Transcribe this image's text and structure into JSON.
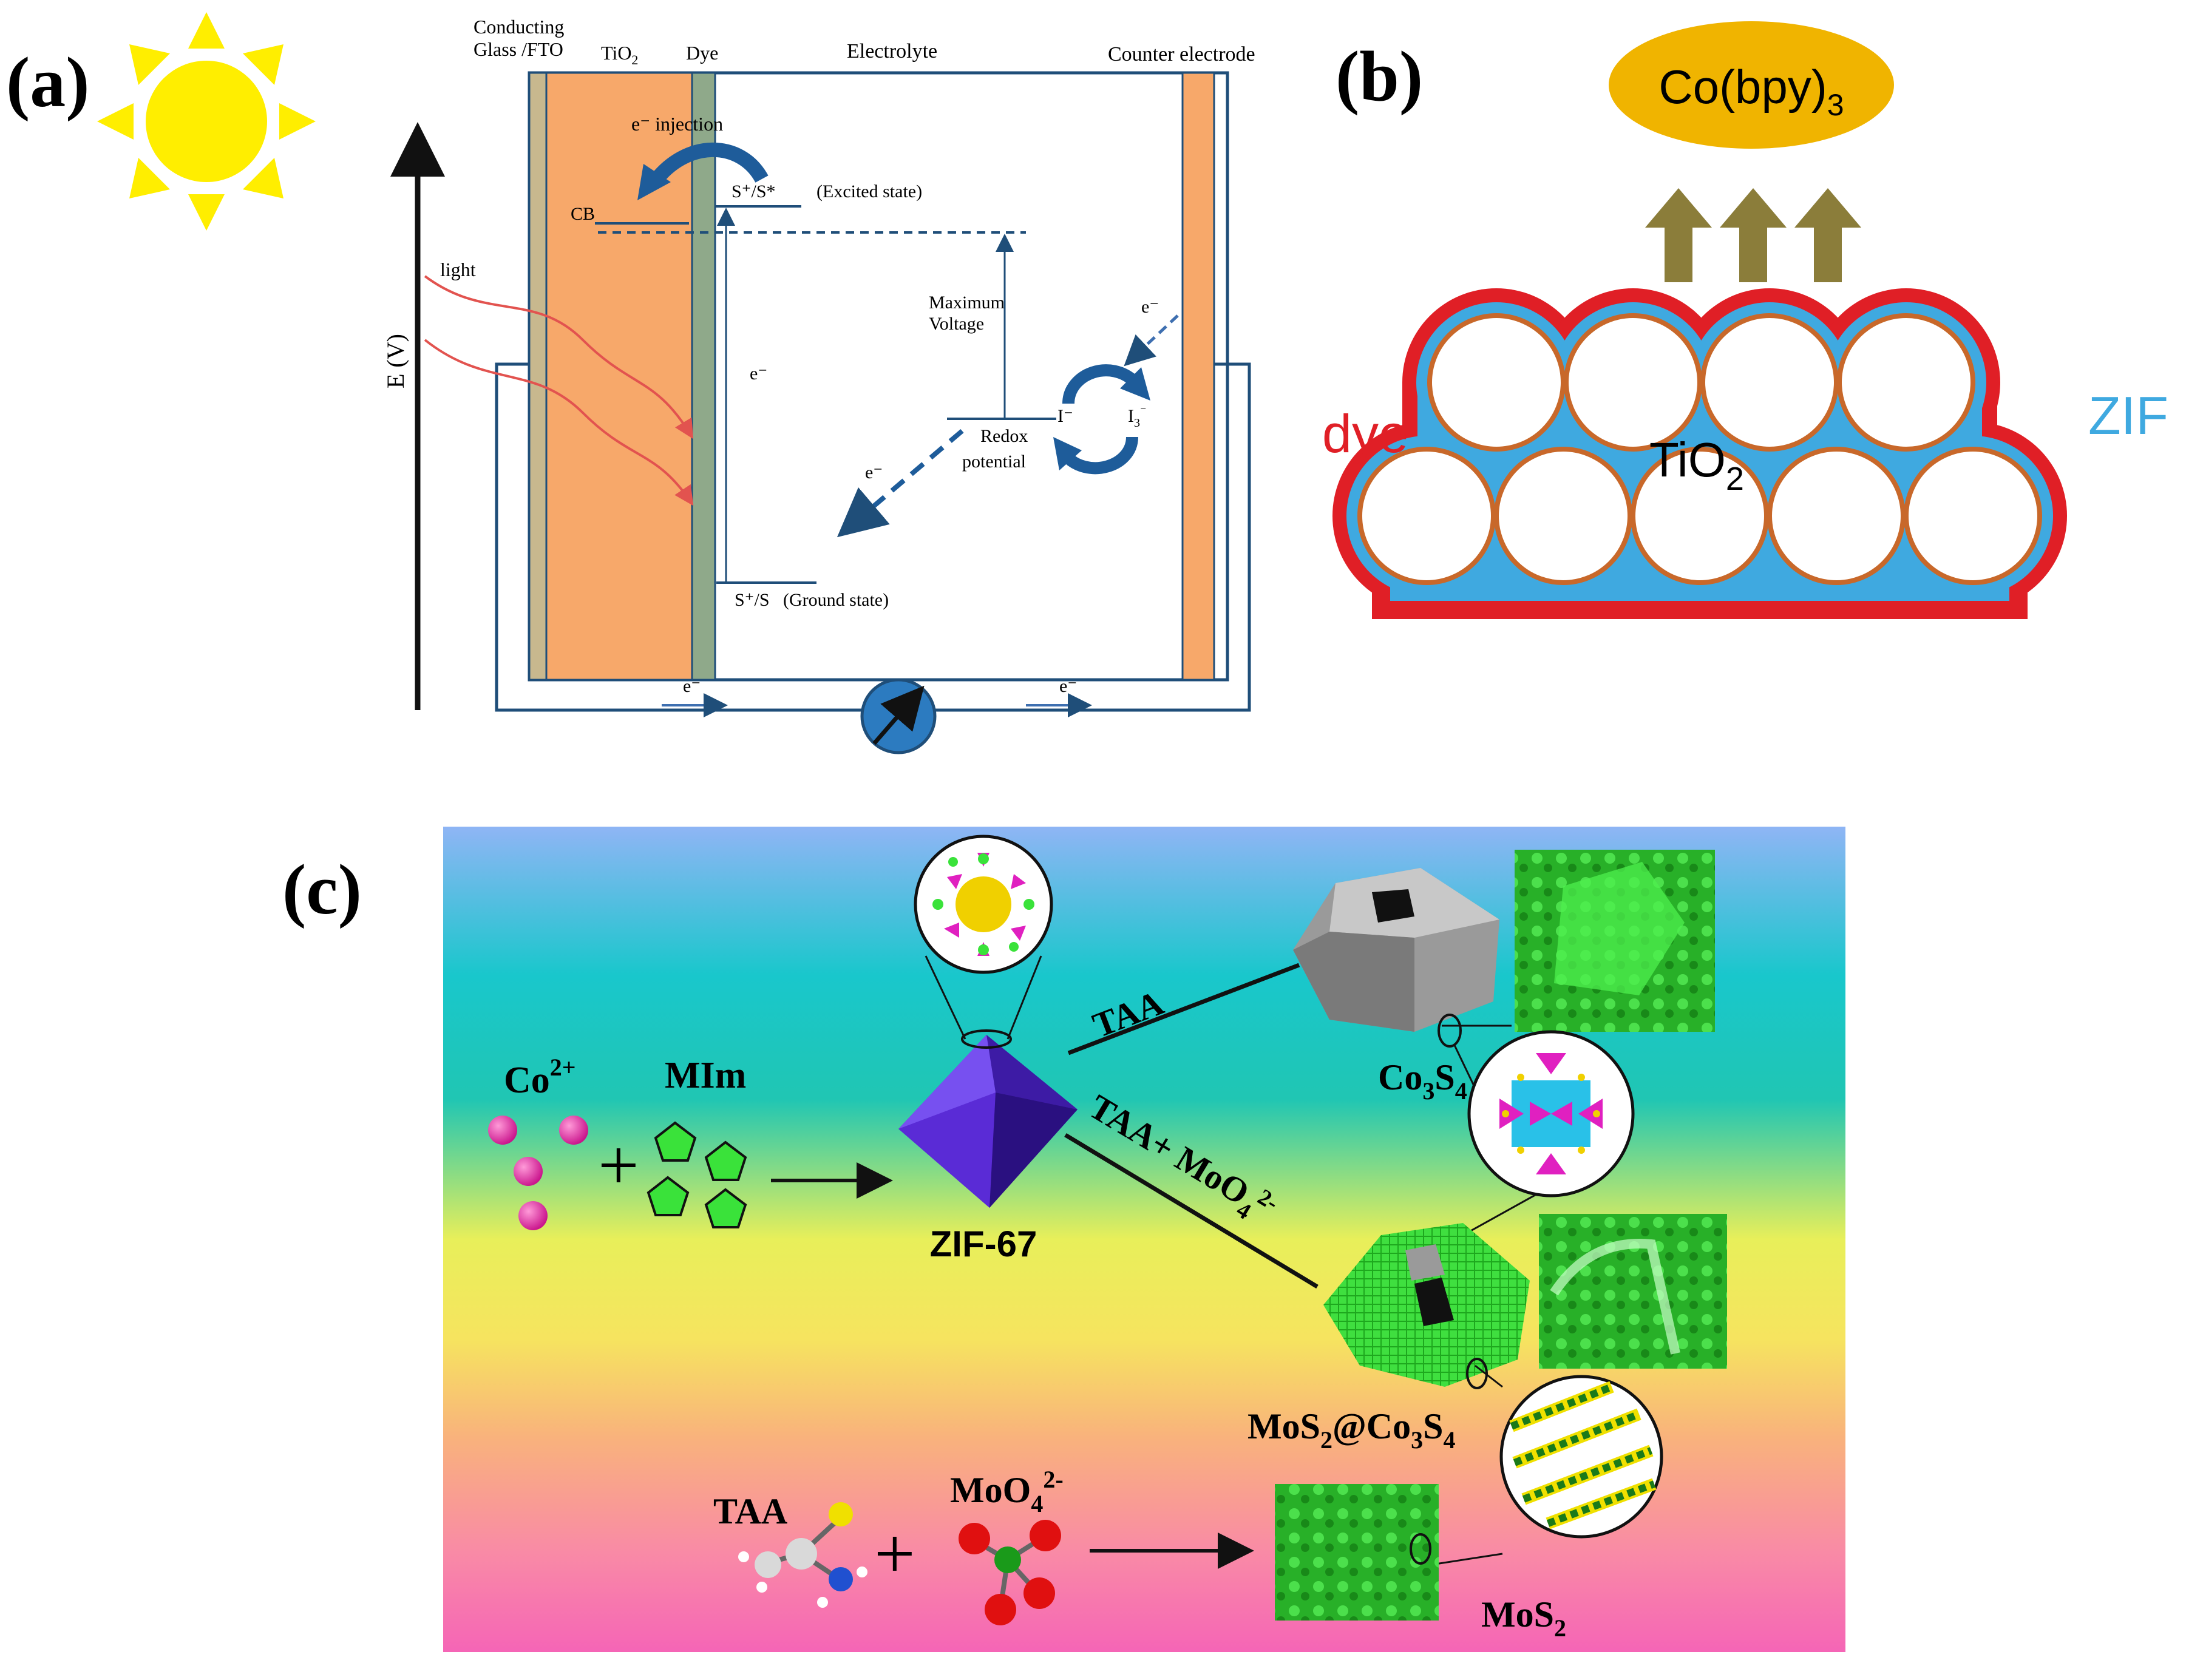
{
  "panel_a": {
    "label": "(a)",
    "layer_fto": "Conducting",
    "layer_fto2": "Glass /FTO",
    "layer_tio2": "TiO",
    "layer_tio2_sub": "2",
    "layer_dye": "Dye",
    "layer_electrolyte": "Electrolyte",
    "layer_counter": "Counter electrode",
    "injection": "e⁻ injection",
    "excited": "S⁺/S*",
    "excited_label": "(Excited state)",
    "cb": "CB",
    "light": "light",
    "axis": "E (V)",
    "max_voltage_1": "Maximum",
    "max_voltage_2": "Voltage",
    "e_mid": "e⁻",
    "e_right": "e⁻",
    "e_lower": "e⁻",
    "redox_1": "Redox",
    "redox_2": "potential",
    "iodide": "I⁻",
    "triiodide": "I",
    "triiodide_sub": "3",
    "triiodide_sup": "⁻",
    "ground": "S⁺/S",
    "ground_label": "(Ground state)",
    "e_bottom_left": "e⁻",
    "e_bottom_right": "e⁻"
  },
  "panel_b": {
    "label": "(b)",
    "electrolyte": "Co(bpy)",
    "electrolyte_sub": "3",
    "dye": "dye",
    "zif": "ZIF",
    "tio2": "TiO",
    "tio2_sub": "2"
  },
  "panel_c": {
    "label": "(c)",
    "co": "Co",
    "co_sup": "2+",
    "mim": "MIm",
    "plus": "+",
    "zif67": "ZIF-67",
    "taa_route": "TAA",
    "taa_mo_route": "TAA+ MoO",
    "taa_mo_sub": "4",
    "taa_mo_sup": "2-",
    "co3s4_a": "Co",
    "co3s4_b": "3",
    "co3s4_c": "S",
    "co3s4_d": "4",
    "hybrid_a": "MoS",
    "hybrid_b": "2",
    "hybrid_c": "@Co",
    "hybrid_d": "3",
    "hybrid_e": "S",
    "hybrid_f": "4",
    "taa": "TAA",
    "moo4": "MoO",
    "moo4_sub": "4",
    "moo4_sup": "2-",
    "mos2": "MoS",
    "mos2_sub": "2"
  },
  "colors": {
    "tio2_layer": "#f7a86a",
    "fto_layer": "#c8b88e",
    "dye_layer": "#8fa98a",
    "circuit": "#1f4e79",
    "light_arrow": "#e2534f",
    "sun": "#ffee00",
    "electrolyte_blob": "#f0b400",
    "up_arrow": "#8b7d3a",
    "dye_red": "#e01f26",
    "zif_blue": "#3fa9e0",
    "shell_orange": "#c8682a",
    "zif67_purple": "#5a2bd6",
    "co_magenta": "#e0189a",
    "sem_green": "#3ae23a"
  }
}
